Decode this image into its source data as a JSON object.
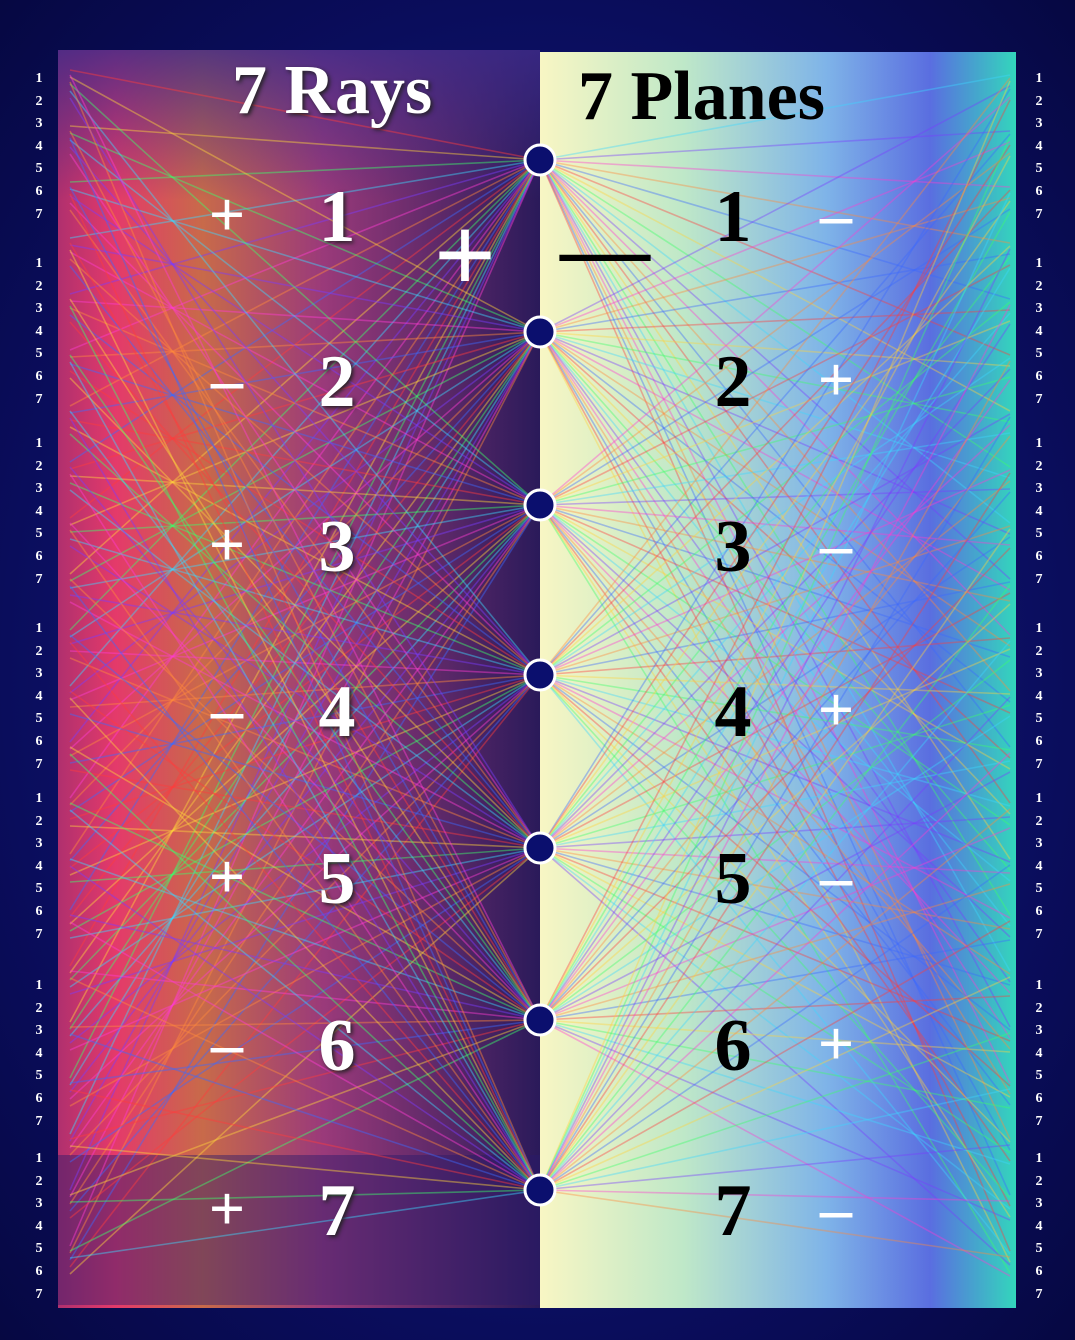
{
  "titles": {
    "left": "7 Rays",
    "right": "7 Planes"
  },
  "center_signs": {
    "left": "+",
    "right": "—"
  },
  "rays": [
    {
      "number": "1",
      "sign": "+"
    },
    {
      "number": "2",
      "sign": "–"
    },
    {
      "number": "3",
      "sign": "+"
    },
    {
      "number": "4",
      "sign": "–"
    },
    {
      "number": "5",
      "sign": "+"
    },
    {
      "number": "6",
      "sign": "–"
    },
    {
      "number": "7",
      "sign": "+"
    }
  ],
  "planes": [
    {
      "number": "1",
      "sign": "–"
    },
    {
      "number": "2",
      "sign": "+"
    },
    {
      "number": "3",
      "sign": "–"
    },
    {
      "number": "4",
      "sign": "+"
    },
    {
      "number": "5",
      "sign": "–"
    },
    {
      "number": "6",
      "sign": "+"
    },
    {
      "number": "7",
      "sign": "–"
    }
  ],
  "sub_numbers": [
    "1",
    "2",
    "3",
    "4",
    "5",
    "6",
    "7"
  ],
  "colors": {
    "background": "#0b0f6e",
    "left_panel_warm": "#e0306a",
    "right_panel_pale": "#f7f4b8",
    "right_panel_cool": "#2fd6c4",
    "node": "#0b0f6e"
  }
}
